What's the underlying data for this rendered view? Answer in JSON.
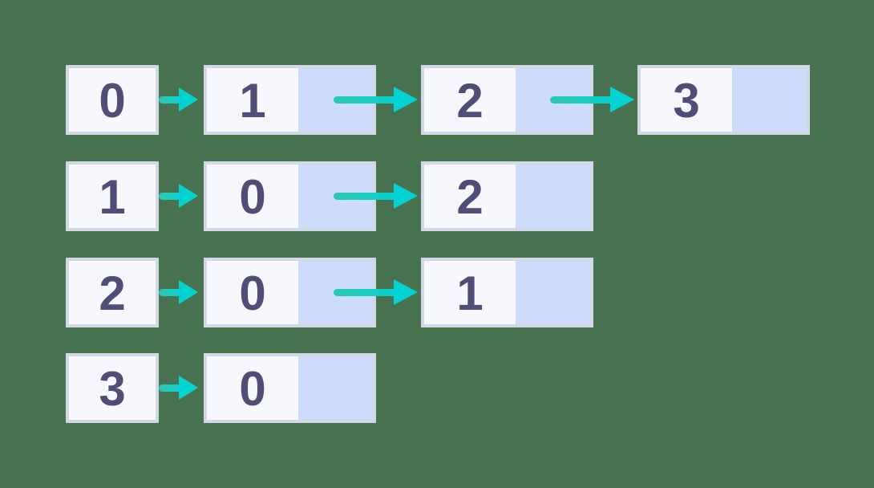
{
  "diagram": {
    "type": "adjacency-list-linked-list",
    "rows": [
      {
        "head": "0",
        "nodes": [
          "1",
          "2",
          "3"
        ]
      },
      {
        "head": "1",
        "nodes": [
          "0",
          "2"
        ]
      },
      {
        "head": "2",
        "nodes": [
          "0",
          "1"
        ]
      },
      {
        "head": "3",
        "nodes": [
          "0"
        ]
      }
    ]
  },
  "icons": {
    "arrow": "right-arrow"
  },
  "colors": {
    "background": "#487350",
    "box_fill": "#f7f8fd",
    "box_border": "#d2d8e5",
    "pointer_cell_fill": "#cddcfa",
    "digit": "#4e4e76",
    "arrow_start": "#2fc6ae",
    "arrow_end": "#04d3d3"
  }
}
